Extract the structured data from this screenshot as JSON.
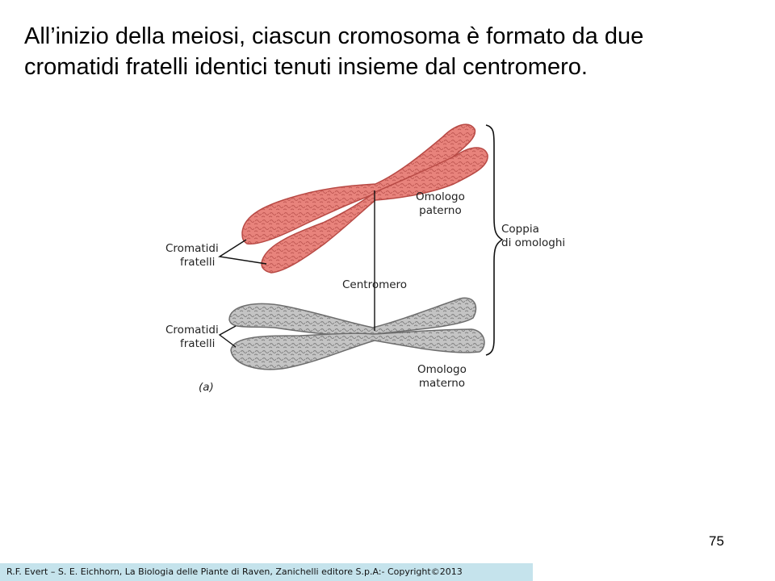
{
  "title": {
    "line1": "All’inizio della meiosi, ciascun cromosoma è formato da due",
    "line2": "cromatidi fratelli identici tenuti insieme dal centromero."
  },
  "diagram": {
    "labels": {
      "sister_chromatids_top": [
        "Cromatidi",
        "fratelli"
      ],
      "sister_chromatids_bottom": [
        "Cromatidi",
        "fratelli"
      ],
      "paternal_homolog": [
        "Omologo",
        "paterno"
      ],
      "maternal_homolog": [
        "Omologo",
        "materno"
      ],
      "centromere": "Centromero",
      "homolog_pair": [
        "Coppia",
        "di omologhi"
      ],
      "panel": "(a)"
    },
    "colors": {
      "paternal_fill": "#e8837c",
      "paternal_stroke": "#b84a45",
      "maternal_fill": "#c4c4c4",
      "maternal_stroke": "#6e6e6e",
      "line": "#111111"
    }
  },
  "page_number": "75",
  "footer": "R.F. Evert – S. E. Eichhorn, La Biologia delle Piante di Raven, Zanichelli editore S.p.A:- Copyright©2013"
}
